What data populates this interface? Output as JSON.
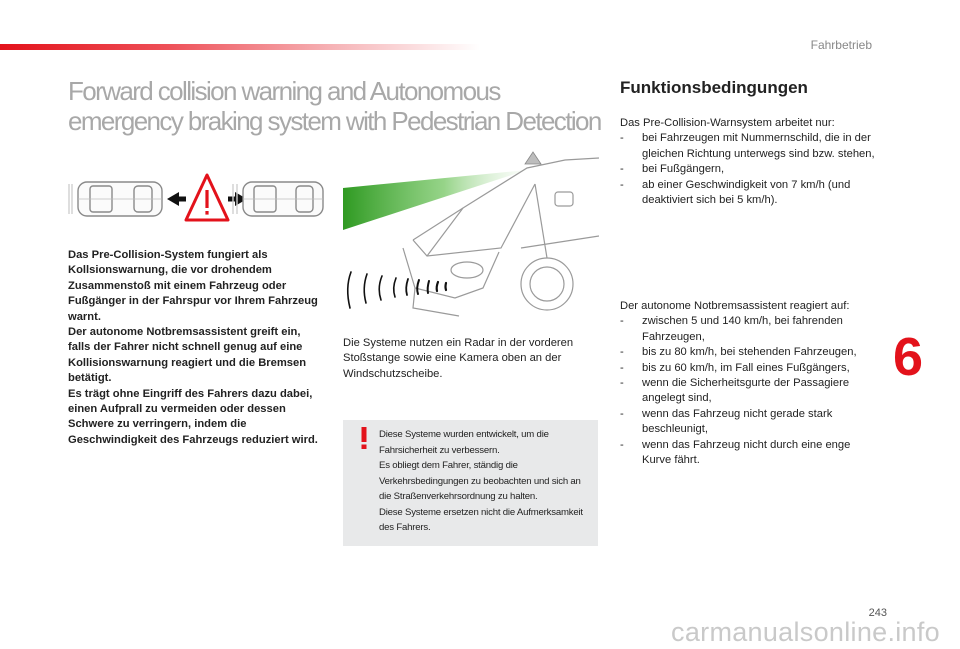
{
  "header": {
    "section": "Fahrbetrieb"
  },
  "title": {
    "line1": "Forward collision warning and Autonomous",
    "line2": "emergency braking system with Pedestrian Detection"
  },
  "intro": [
    "Das Pre-Collision-System fungiert als Kollsionswarnung, die vor drohendem Zusammenstoß mit einem Fahrzeug oder Fußgänger in der Fahrspur vor Ihrem Fahrzeug warnt.",
    "Der autonome Notbremsassistent greift ein, falls der Fahrer nicht schnell genug auf eine Kollisionswarnung reagiert und die Bremsen betätigt.",
    "Es trägt ohne Eingriff des Fahrers dazu dabei, einen Aufprall zu vermeiden oder dessen Schwere zu verringern, indem die Geschwindigkeit des Fahrzeugs reduziert wird."
  ],
  "radar_text": "Die Systeme nutzen ein Radar in der vorderen Stoßstange sowie eine Kamera oben an der Windschutzscheibe.",
  "note": [
    "Diese Systeme wurden entwickelt, um die Fahrsicherheit zu verbessern.",
    "Es obliegt dem Fahrer, ständig die Verkehrsbedingungen zu beobachten und sich an die Straßenverkehrsordnung zu halten.",
    "Diese Systeme ersetzen nicht die Aufmerksamkeit des Fahrers."
  ],
  "conditions": {
    "title": "Funktionsbedingungen",
    "warn_intro": "Das Pre-Collision-Warnsystem arbeitet nur:",
    "warn_items": [
      "bei Fahrzeugen mit Nummernschild, die in der gleichen Richtung unterwegs sind bzw. stehen,",
      "bei Fußgängern,",
      "ab einer Geschwindigkeit von 7 km/h (und deaktiviert sich bei 5 km/h)."
    ],
    "brake_intro": "Der autonome Notbremsassistent reagiert auf:",
    "brake_items": [
      "zwischen 5 und 140 km/h, bei fahrenden Fahrzeugen,",
      "bis zu 80 km/h, bei stehenden Fahrzeugen,",
      "bis zu 60 km/h, im Fall eines Fußgängers,",
      "wenn die Sicherheitsgurte der Passagiere angelegt sind,",
      "wenn das Fahrzeug nicht gerade stark beschleunigt,",
      "wenn das Fahrzeug nicht durch eine enge Kurve fährt."
    ]
  },
  "chapter": "6",
  "page_number": "243",
  "watermark": "carmanualsonline.info",
  "colors": {
    "accent": "#e3121b",
    "radar": "#3fa82a",
    "note_bg": "#e8e9ea"
  },
  "icons": [
    "warning-triangle-icon",
    "double-arrow-icon",
    "exclamation-icon"
  ]
}
